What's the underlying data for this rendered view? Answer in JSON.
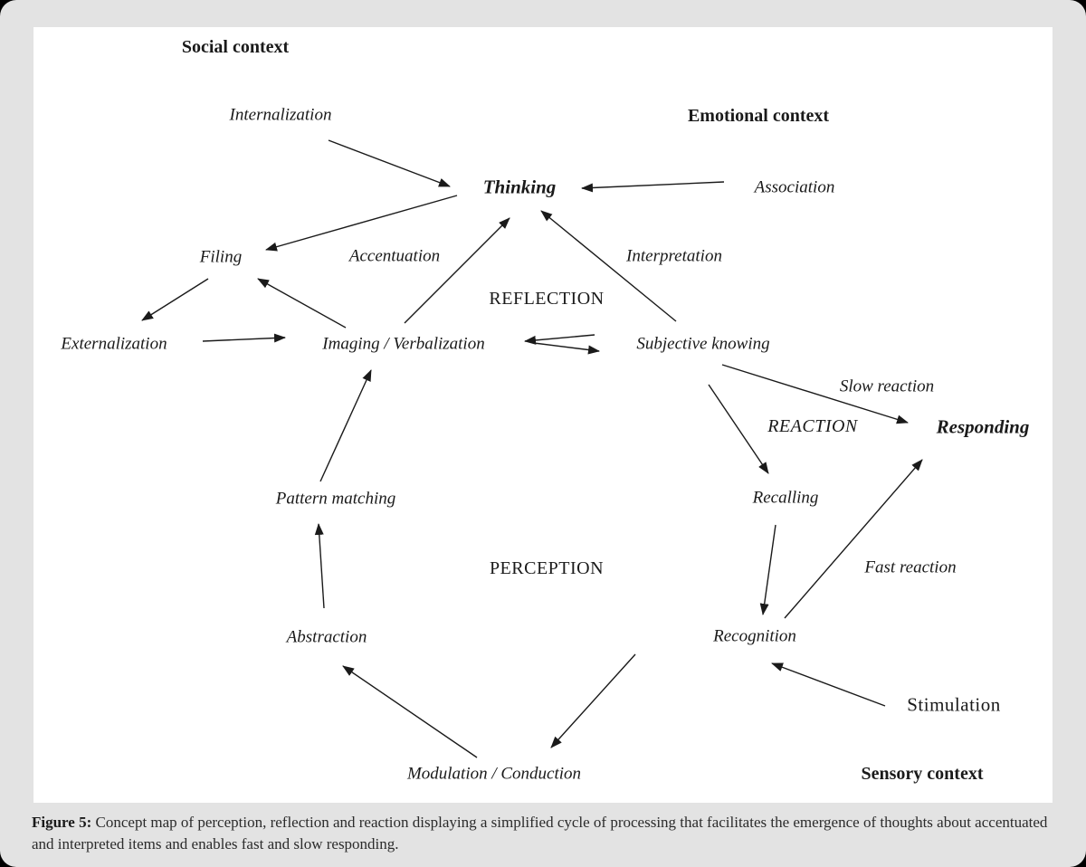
{
  "colors": {
    "frame_background": "#e3e3e3",
    "panel_background": "#ffffff",
    "ink": "#1a1a1a"
  },
  "diagram": {
    "contexts": {
      "social": "Social context",
      "emotional": "Emotional context",
      "sensory": "Sensory context"
    },
    "regions": {
      "reflection": "REFLECTION",
      "perception": "PERCEPTION",
      "reaction": "REACTION"
    },
    "nodes": {
      "thinking": "Thinking",
      "responding": "Responding",
      "internalization": "Internalization",
      "association": "Association",
      "filing": "Filing",
      "externalization": "Externalization",
      "imaging_verbalization": "Imaging / Verbalization",
      "subjective_knowing": "Subjective knowing",
      "pattern_matching": "Pattern matching",
      "recalling": "Recalling",
      "abstraction": "Abstraction",
      "recognition": "Recognition",
      "stimulation": "Stimulation",
      "modulation_conduction": "Modulation / Conduction"
    },
    "edge_labels": {
      "accentuation": "Accentuation",
      "interpretation": "Interpretation",
      "slow_reaction": "Slow reaction",
      "fast_reaction": "Fast reaction"
    },
    "edges": [
      {
        "from": "internalization",
        "to": "thinking"
      },
      {
        "from": "association",
        "to": "thinking"
      },
      {
        "from": "thinking",
        "to": "filing"
      },
      {
        "from": "imaging_verbalization",
        "to": "filing"
      },
      {
        "from": "filing",
        "to": "externalization"
      },
      {
        "from": "externalization",
        "to": "imaging_verbalization"
      },
      {
        "from": "imaging_verbalization",
        "to": "thinking",
        "label": "Accentuation"
      },
      {
        "from": "subjective_knowing",
        "to": "thinking",
        "label": "Interpretation"
      },
      {
        "from": "subjective_knowing",
        "to": "imaging_verbalization"
      },
      {
        "from": "imaging_verbalization",
        "to": "subjective_knowing"
      },
      {
        "from": "subjective_knowing",
        "to": "responding",
        "label": "Slow reaction"
      },
      {
        "from": "subjective_knowing",
        "to": "recalling"
      },
      {
        "from": "recalling",
        "to": "recognition"
      },
      {
        "from": "recognition",
        "to": "responding",
        "label": "Fast reaction"
      },
      {
        "from": "stimulation",
        "to": "recognition"
      },
      {
        "from": "recognition",
        "to": "modulation_conduction"
      },
      {
        "from": "modulation_conduction",
        "to": "abstraction"
      },
      {
        "from": "abstraction",
        "to": "pattern_matching"
      },
      {
        "from": "pattern_matching",
        "to": "imaging_verbalization"
      }
    ]
  },
  "caption": {
    "prefix": "Figure 5:",
    "text": " Concept map of perception, reflection and reaction displaying a simplified cycle of processing that facilitates the emergence of thoughts about accentuated and interpreted items and enables fast and slow responding."
  }
}
